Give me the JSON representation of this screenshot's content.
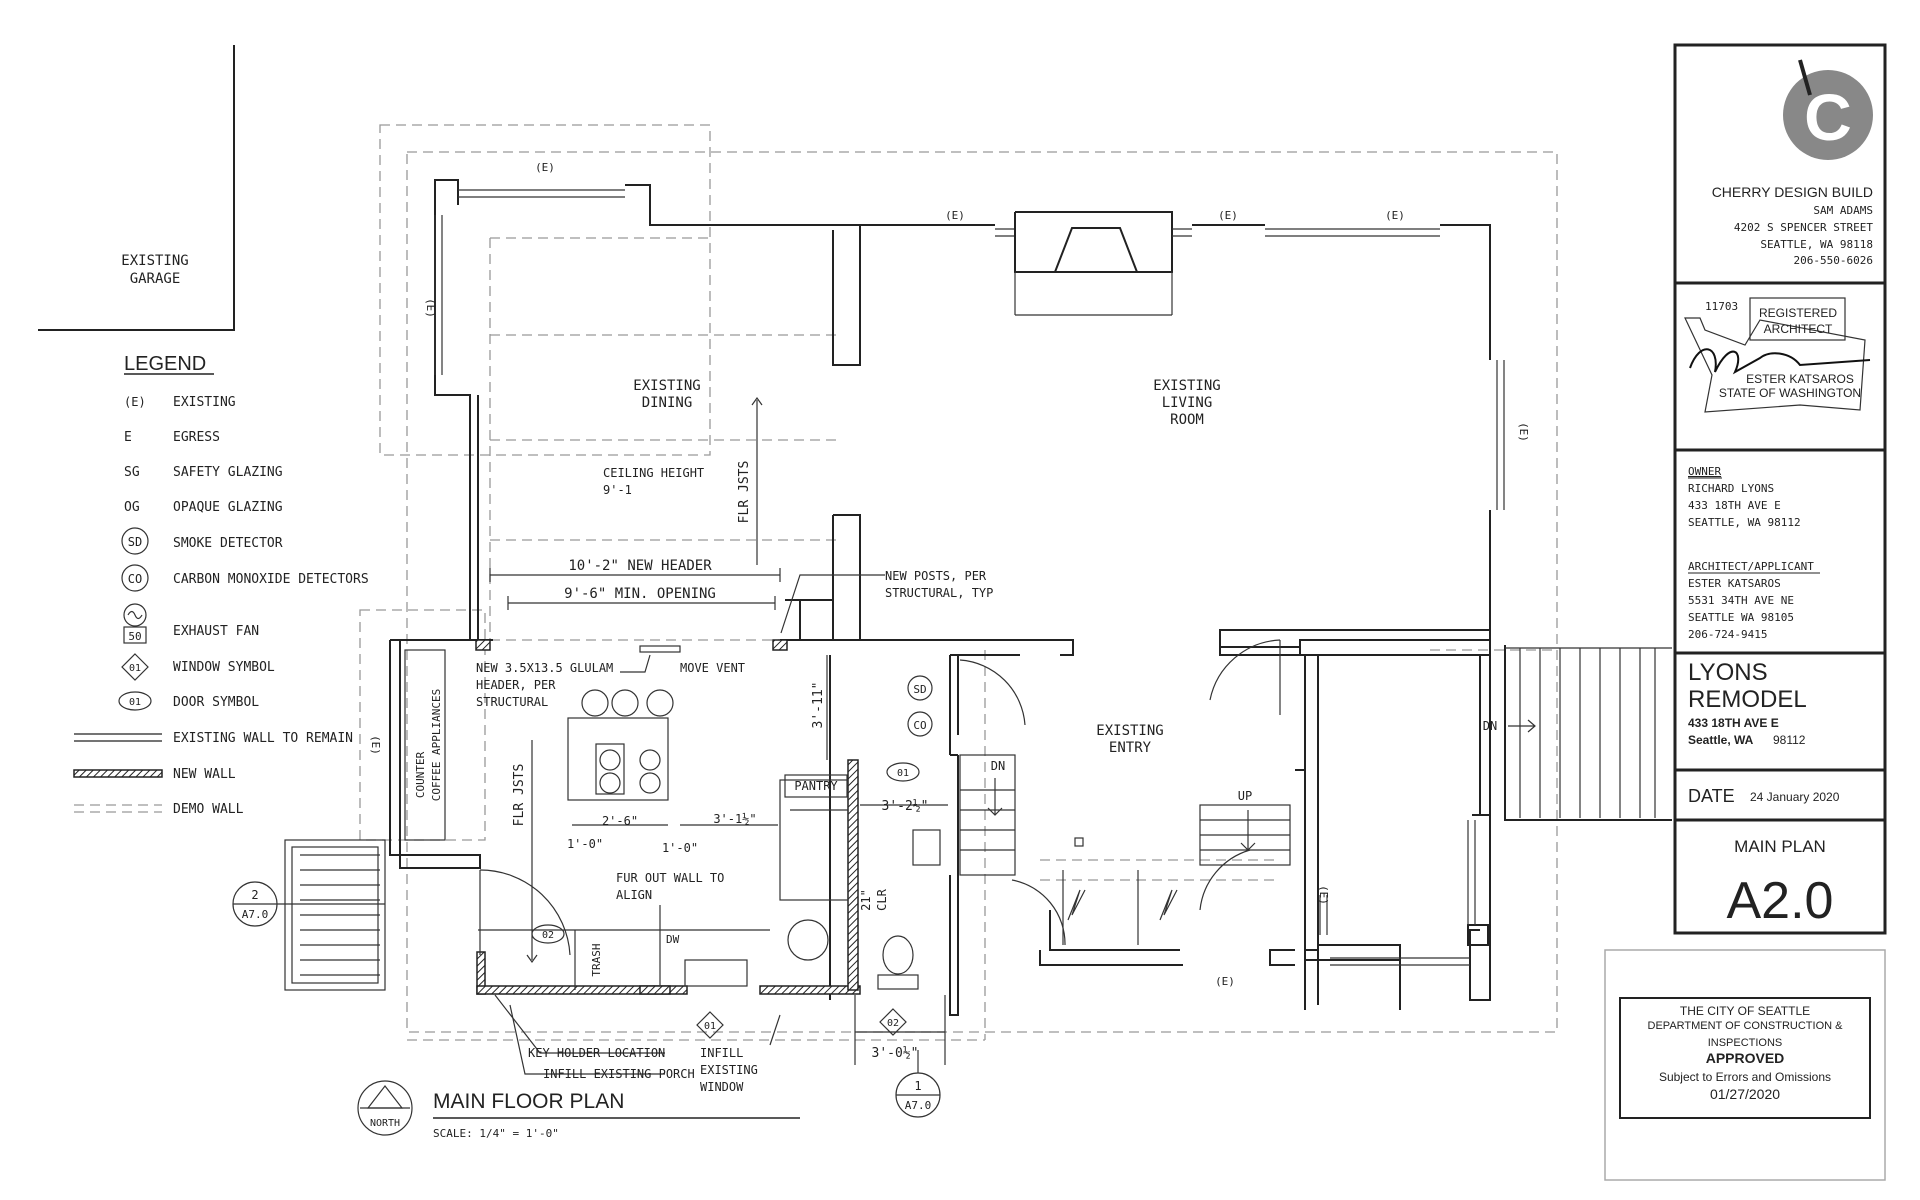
{
  "garage": {
    "line1": "EXISTING",
    "line2": "GARAGE"
  },
  "legend": {
    "title": "LEGEND",
    "items": [
      {
        "symbol": "(E)",
        "label": "EXISTING"
      },
      {
        "symbol": "E",
        "label": "EGRESS"
      },
      {
        "symbol": "SG",
        "label": "SAFETY GLAZING"
      },
      {
        "symbol": "OG",
        "label": "OPAQUE GLAZING"
      },
      {
        "symbol": "SD",
        "label": "SMOKE DETECTOR"
      },
      {
        "symbol": "CO",
        "label": "CARBON MONOXIDE DETECTORS"
      },
      {
        "symbol": "50",
        "label": "EXHAUST FAN"
      },
      {
        "symbol": "01",
        "label": "WINDOW SYMBOL"
      },
      {
        "symbol": "01",
        "label": "DOOR SYMBOL"
      },
      {
        "symbol": "",
        "label": "EXISTING WALL TO REMAIN"
      },
      {
        "symbol": "",
        "label": "NEW WALL"
      },
      {
        "symbol": "",
        "label": "DEMO WALL"
      }
    ]
  },
  "rooms": {
    "dining_1": "EXISTING",
    "dining_2": "DINING",
    "living_1": "EXISTING",
    "living_2": "LIVING",
    "living_3": "ROOM",
    "entry_1": "EXISTING",
    "entry_2": "ENTRY",
    "ceiling_1": "CEILING HEIGHT",
    "ceiling_2": "9'-1"
  },
  "notes": {
    "e": "(E)",
    "flr_jsts": "FLR JSTS",
    "new_header": "10'-2\" NEW HEADER",
    "min_opening": "9'-6\" MIN. OPENING",
    "new_posts_1": "NEW POSTS, PER",
    "new_posts_2": "STRUCTURAL, TYP",
    "glulam_1": "NEW 3.5X13.5 GLULAM",
    "glulam_2": "HEADER, PER",
    "glulam_3": "STRUCTURAL",
    "move_vent": "MOVE VENT",
    "dim_3_11": "3'-11\"",
    "sd": "SD",
    "co": "CO",
    "door_01": "01",
    "door_02": "02",
    "window_01": "01",
    "window_02": "02",
    "pantry": "PANTRY",
    "dim_3_2": "3'-2½\"",
    "dim_2_6": "2'-6\"",
    "dim_3_1": "3'-1½\"",
    "dim_1_0a": "1'-0\"",
    "dim_1_0b": "1'-0\"",
    "counter": "COUNTER",
    "coffee": "COFFEE APPLIANCES",
    "fur_1": "FUR OUT WALL TO",
    "fur_2": "ALIGN",
    "clr_1": "21\"",
    "clr_2": "CLR",
    "trash": "TRASH",
    "dw": "DW",
    "dn": "DN",
    "up": "UP",
    "dim_3_0": "3'-0½\"",
    "key_holder": "KEY HOLDER LOCATION",
    "infill_porch": "INFILL EXISTING PORCH",
    "infill_win_1": "INFILL",
    "infill_win_2": "EXISTING",
    "infill_win_3": "WINDOW",
    "sec_2": "2",
    "sec_a7": "A7.0",
    "sec_1": "1"
  },
  "plan_title": {
    "title": "MAIN FLOOR PLAN",
    "scale": "SCALE: 1/4\" = 1'-0\"",
    "north": "NORTH"
  },
  "title_block": {
    "logo_letter": "C",
    "firm": "CHERRY DESIGN BUILD",
    "firm_lines": [
      "SAM ADAMS",
      "4202 S SPENCER STREET",
      "SEATTLE, WA 98118",
      "206-550-6026"
    ],
    "stamp_number": "11703",
    "stamp_1": "REGISTERED",
    "stamp_2": "ARCHITECT",
    "stamp_name": "ESTER KATSAROS",
    "stamp_state": "STATE OF WASHINGTON",
    "owner_head": "OWNER",
    "owner_lines": [
      "RICHARD LYONS",
      "433 18TH AVE E",
      "SEATTLE, WA 98112"
    ],
    "arch_head": "ARCHITECT/APPLICANT",
    "arch_lines": [
      "ESTER KATSAROS",
      "5531 34TH AVE NE",
      "SEATTLE WA 98105",
      "206-724-9415"
    ],
    "project_1": "LYONS",
    "project_2": "REMODEL",
    "project_addr": "433 18TH AVE E",
    "project_city": "Seattle, WA",
    "project_zip": "98112",
    "date_label": "DATE",
    "date_value": "24 January 2020",
    "sheet_title": "MAIN PLAN",
    "sheet_number": "A2.0"
  },
  "approval": {
    "line1": "THE CITY OF SEATTLE",
    "line2": "DEPARTMENT OF CONSTRUCTION &",
    "line3": "INSPECTIONS",
    "line4": "APPROVED",
    "line5": "Subject to Errors and Omissions",
    "line6": "01/27/2020"
  }
}
